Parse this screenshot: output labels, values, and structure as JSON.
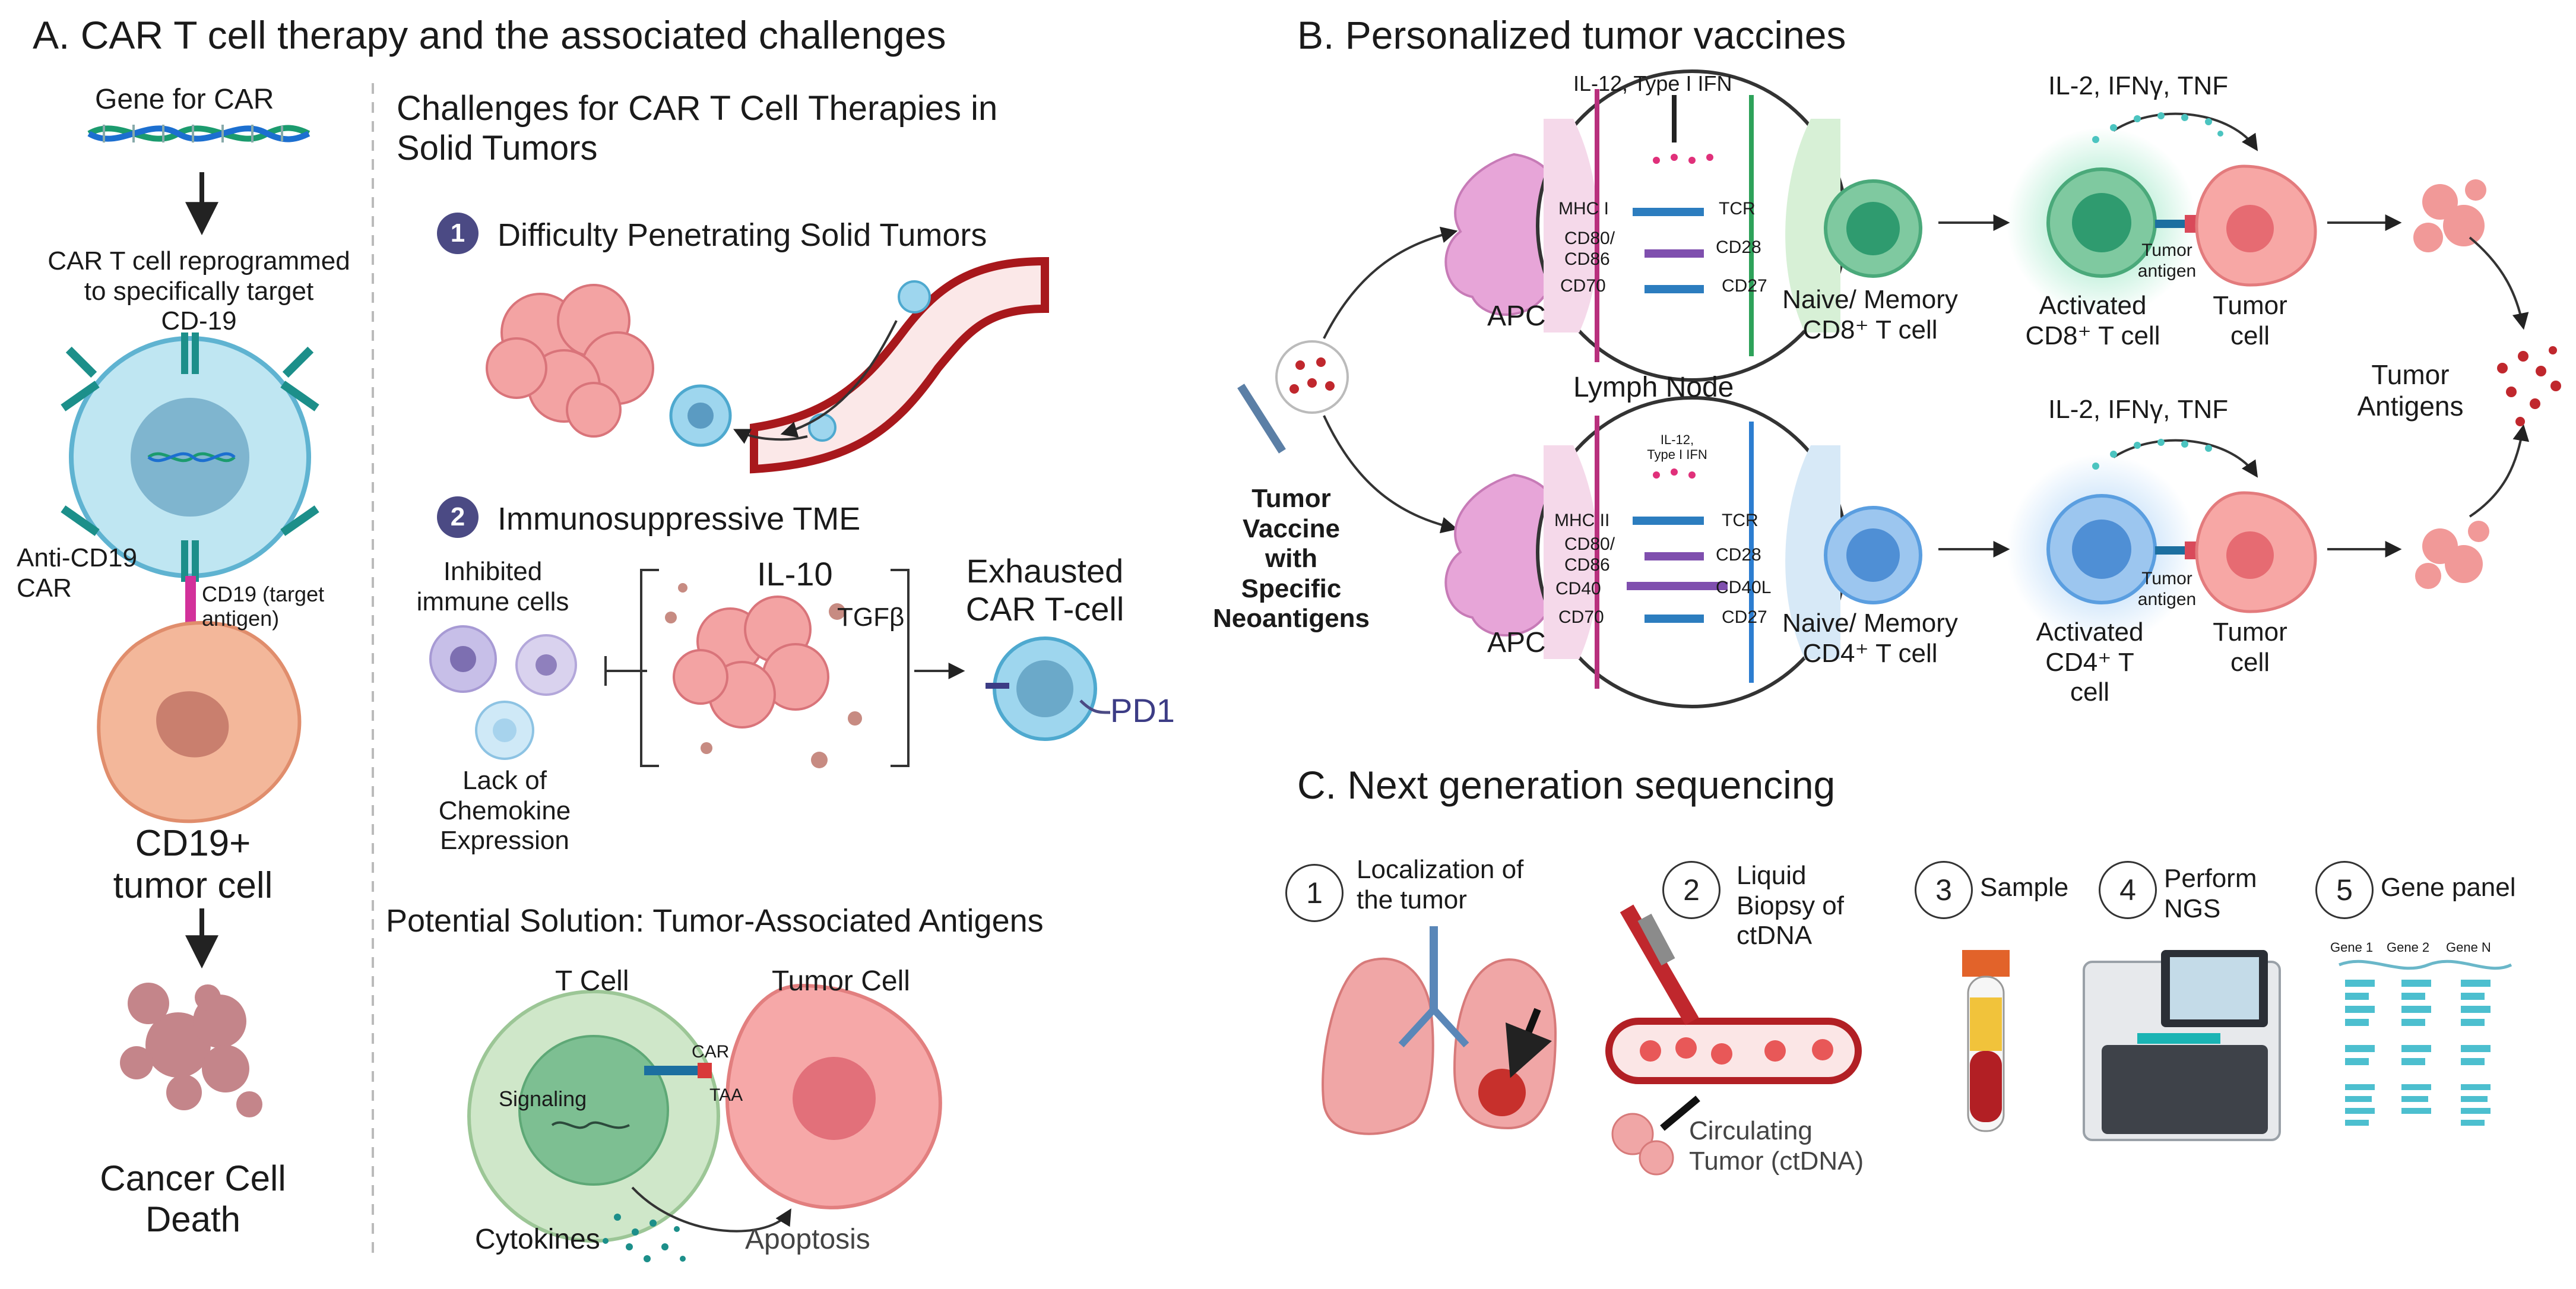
{
  "panelA": {
    "title": "A. CAR T cell therapy and the associated challenges",
    "gene_for_car": "Gene for CAR",
    "reprogrammed": "CAR T cell reprogrammed\nto specifically target\nCD-19",
    "anti_cd19": "Anti-CD19\nCAR",
    "cd19_target": "CD19 (target\nantigen)",
    "cd19_tumor": "CD19+\ntumor cell",
    "cancer_death": "Cancer Cell\nDeath",
    "challenges_title": "Challenges for CAR T Cell Therapies in\nSolid Tumors",
    "ch1_num": "1",
    "ch1_label": "Difficulty Penetrating Solid Tumors",
    "ch2_num": "2",
    "ch2_label": "Immunosuppressive TME",
    "inhibited": "Inhibited\nimmune cells",
    "lack": "Lack of\nChemokine\nExpression",
    "il10": "IL-10",
    "tgfb": "TGFβ",
    "exhausted": "Exhausted\nCAR T-cell",
    "pd1": "PD1",
    "solution_title": "Potential Solution: Tumor-Associated Antigens",
    "tcell": "T Cell",
    "tumorcell": "Tumor Cell",
    "signaling": "Signaling",
    "car": "CAR",
    "taa": "TAA",
    "cytokines": "Cytokines",
    "apoptosis": "Apoptosis"
  },
  "panelB": {
    "title": "B. Personalized tumor vaccines",
    "vaccine": "Tumor\nVaccine\nwith\nSpecific\nNeoantigens",
    "lymph_node": "Lymph Node",
    "tumor_antigens": "Tumor\nAntigens",
    "top": {
      "cytokine_in": "IL-12, Type I IFN",
      "mhc": "MHC I",
      "cd80": "CD80/\nCD86",
      "cd70": "CD70",
      "tcr": "TCR",
      "cd28": "CD28",
      "cd27": "CD27",
      "apc": "APC",
      "naive": "Naive/ Memory\nCD8⁺ T cell",
      "activated": "Activated\nCD8⁺ T cell",
      "cytokines_out": "IL-2, IFNγ, TNF",
      "tumor_antigen": "Tumor\nantigen",
      "tumor_cell": "Tumor\ncell"
    },
    "bottom": {
      "cytokine_in": "IL-12,\nType I IFN",
      "mhc": "MHC II",
      "cd80": "CD80/\nCD86",
      "cd40": "CD40",
      "cd70": "CD70",
      "tcr": "TCR",
      "cd28": "CD28",
      "cd40l": "CD40L",
      "cd27": "CD27",
      "apc": "APC",
      "naive": "Naive/ Memory\nCD4⁺ T cell",
      "activated": "Activated\nCD4⁺ T\ncell",
      "cytokines_out": "IL-2, IFNγ, TNF",
      "tumor_antigen": "Tumor\nantigen",
      "tumor_cell": "Tumor\ncell"
    }
  },
  "panelC": {
    "title": "C. Next generation sequencing",
    "steps": [
      {
        "num": "1",
        "label": "Localization of\nthe tumor"
      },
      {
        "num": "2",
        "label": "Liquid\nBiopsy of\nctDNA"
      },
      {
        "num": "3",
        "label": "Sample"
      },
      {
        "num": "4",
        "label": "Perform\nNGS"
      },
      {
        "num": "5",
        "label": "Gene panel"
      }
    ],
    "circulating": "Circulating\nTumor (ctDNA)",
    "gene1": "Gene 1",
    "gene2": "Gene 2",
    "genen": "Gene N"
  },
  "colors": {
    "badge": "#4b4a84",
    "tumor_pink": "#f29a9a",
    "tcell_blue": "#8fd0ea",
    "teal": "#1c8f8a",
    "cd8_green": "#2fa77b",
    "cd4_blue": "#5a9ee0",
    "vessel_red": "#b21f24"
  }
}
